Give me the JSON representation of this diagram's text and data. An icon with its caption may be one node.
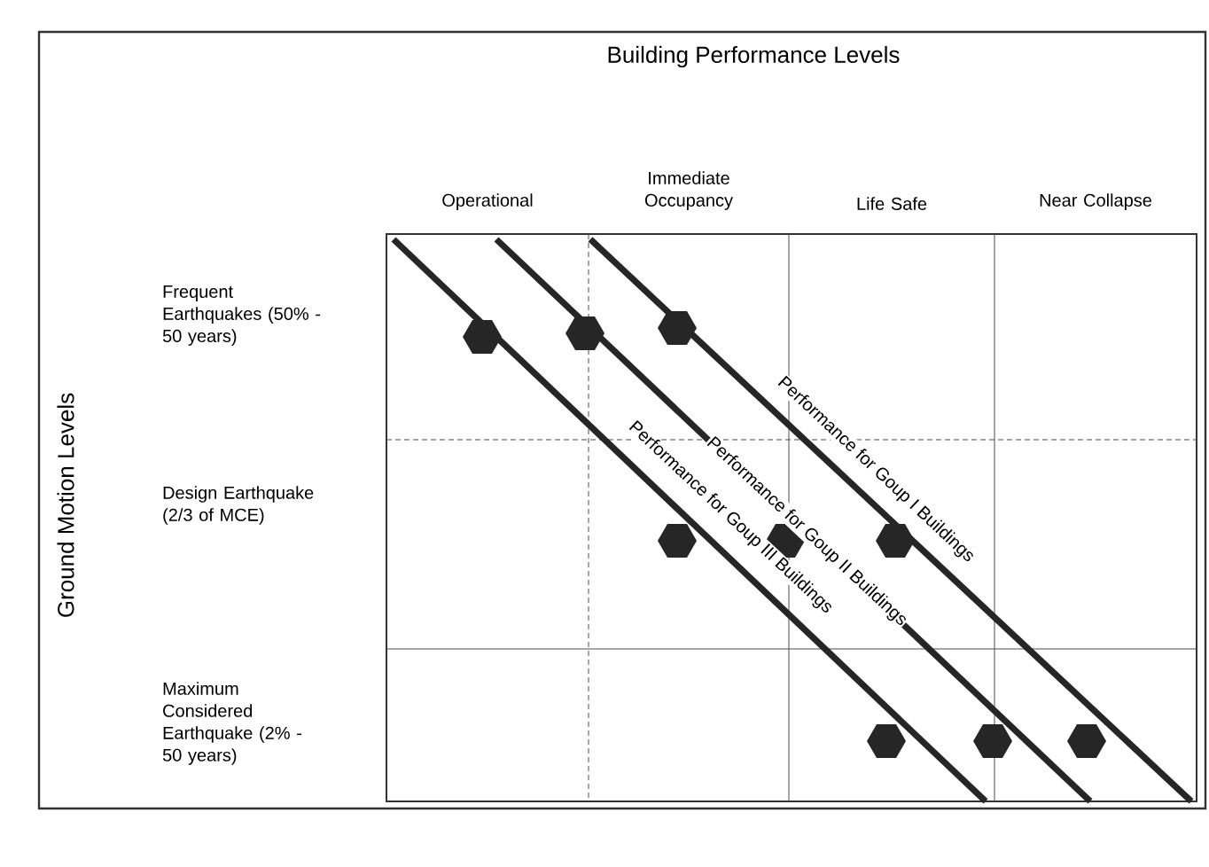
{
  "diagram": {
    "title": "Building Performance Levels",
    "labels": [
      "Operational",
      "Immediate Occupancy",
      "Life Safe",
      "Near Collapse",
      "Ground Motion Levels",
      "Frequent Earthquakes (50% - 50 years)",
      "Design Earthquake (2/3 of MCE)",
      "Maximum Considered Earthquake (2% - 50 years)",
      "Performance for Goup I Buildings",
      "Performance for Goup II Buildings",
      "Performance for Goup III Buildings"
    ]
  }
}
